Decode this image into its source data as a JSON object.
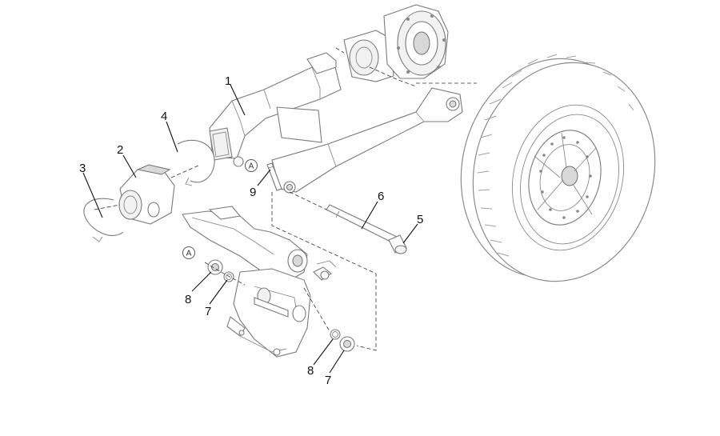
{
  "callouts": {
    "c1": "1",
    "c2": "2",
    "c3": "3",
    "c4": "4",
    "c5": "5",
    "c6": "6",
    "c7a": "7",
    "c7b": "7",
    "c8a": "8",
    "c8b": "8",
    "c9": "9"
  },
  "refs": {
    "ref_a1": "A",
    "ref_a2": "A"
  },
  "colors": {
    "line": "#7a7a7a",
    "text": "#111111",
    "background": "#ffffff"
  }
}
